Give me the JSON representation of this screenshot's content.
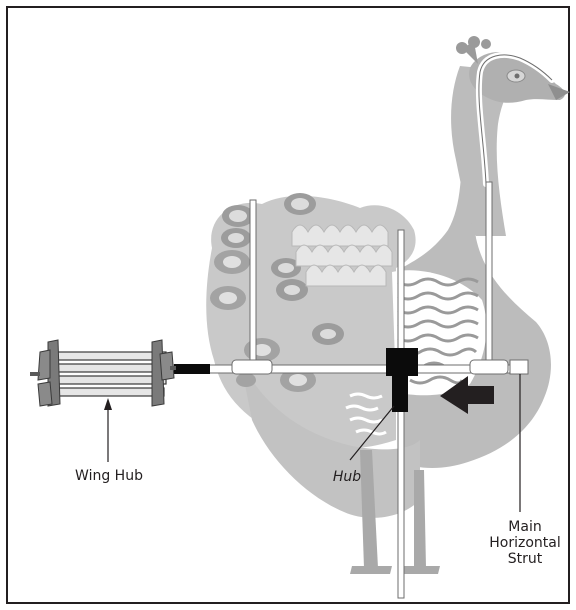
{
  "labels": {
    "wing_hub": "Wing Hub",
    "hub": "Hub",
    "main_strut_line1": "Main",
    "main_strut_line2": "Horizontal",
    "main_strut_line3": "Strut"
  },
  "colors": {
    "frame": "#231f20",
    "bird_body": "#bcbcbc",
    "bird_dark": "#9a9a9a",
    "feather_light": "#d8d8d8",
    "rod": "#ffffff",
    "hub_block": "#0b0b0b",
    "arrow": "#231f20"
  },
  "icons": [
    "peacock-illustration",
    "wing-hub-assembly",
    "push-arrow-icon"
  ]
}
